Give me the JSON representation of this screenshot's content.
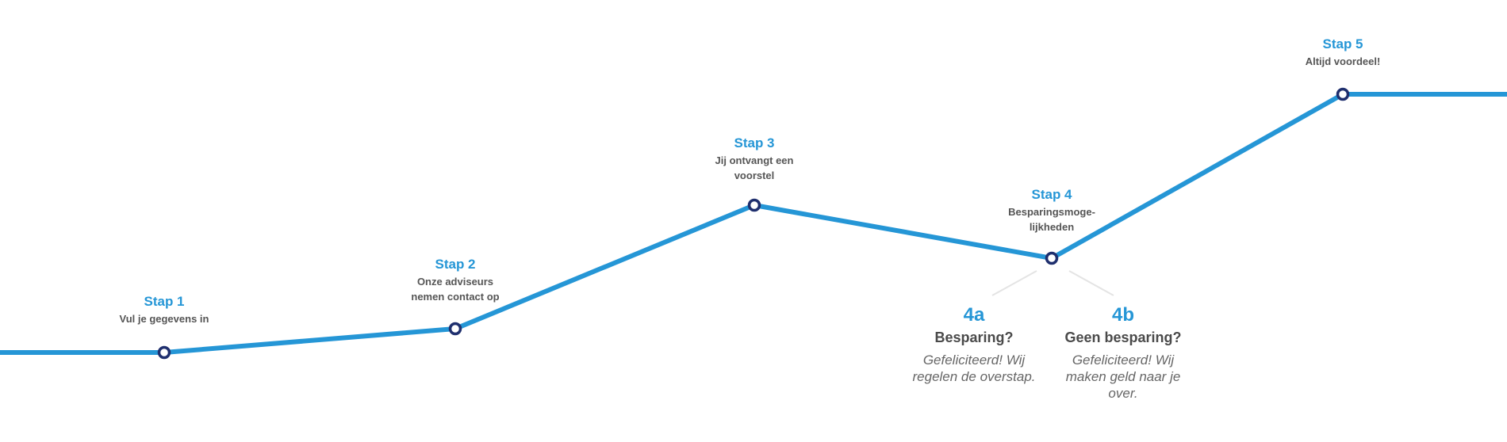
{
  "colors": {
    "line": "#2596d6",
    "node_stroke": "#1f2f6e",
    "branch_line": "#e4e4e4",
    "text": "#555555"
  },
  "steps": [
    {
      "title": "Stap 1",
      "desc": "Vul je gegevens in"
    },
    {
      "title": "Stap 2",
      "desc": "Onze adviseurs nemen contact op"
    },
    {
      "title": "Stap 3",
      "desc": "Jij ontvangt een voorstel"
    },
    {
      "title": "Stap 4",
      "desc": "Besparingsmoge-lijkheden"
    },
    {
      "title": "Stap 5",
      "desc": "Altijd voordeel!"
    }
  ],
  "branches": [
    {
      "number": "4a",
      "title": "Besparing?",
      "desc": "Gefeliciteerd! Wij regelen de overstap."
    },
    {
      "number": "4b",
      "title": "Geen besparing?",
      "desc": "Gefeliciteerd! Wij maken geld naar je over."
    }
  ]
}
